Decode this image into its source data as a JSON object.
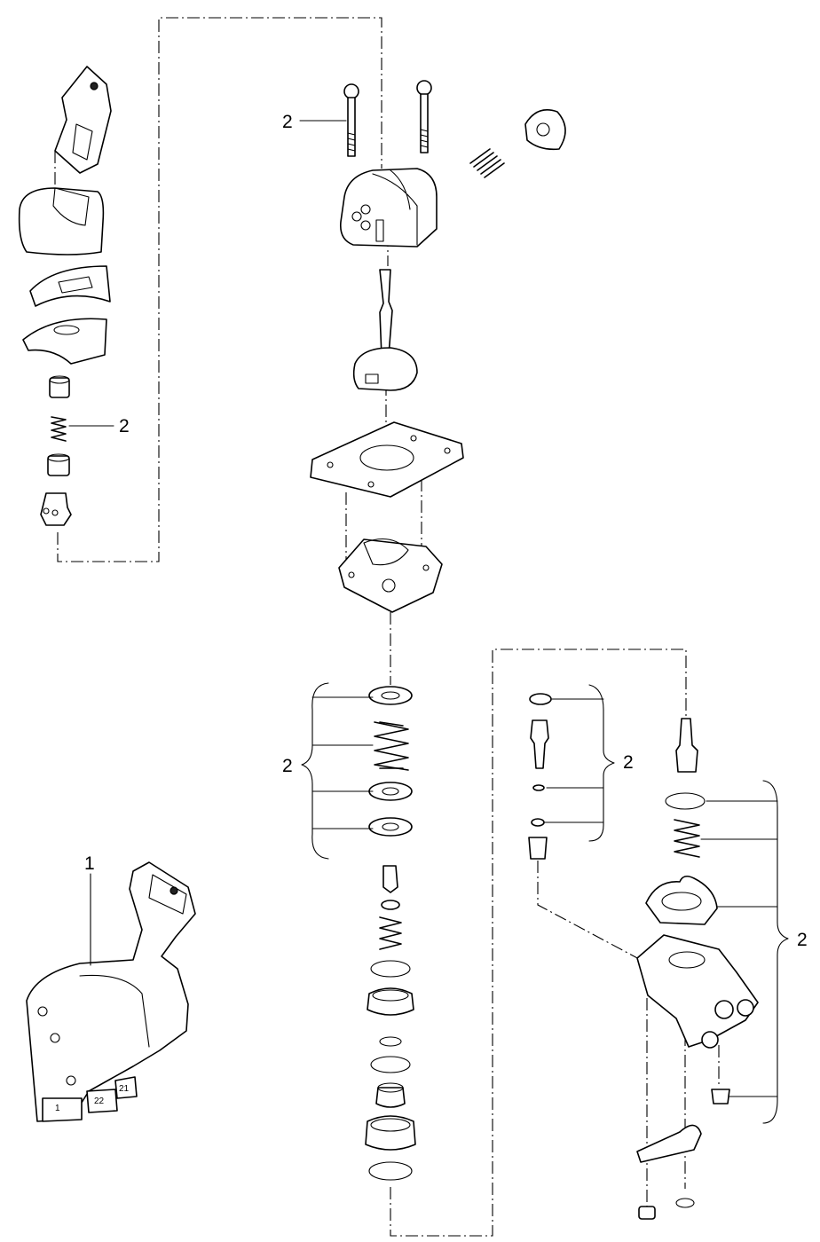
{
  "callouts": {
    "assembly": "1",
    "kit": "2"
  },
  "port_labels": {
    "p1": "1",
    "p22": "22",
    "p21": "21"
  }
}
